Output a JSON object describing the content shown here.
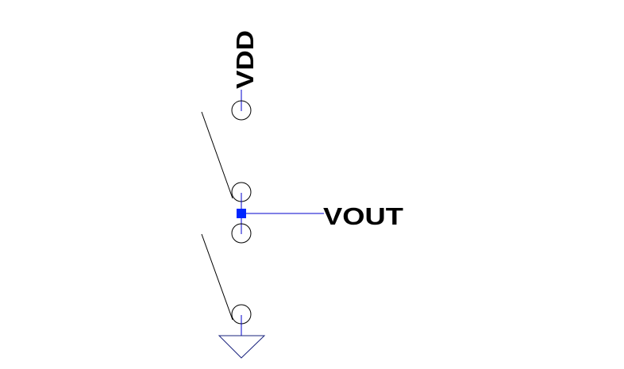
{
  "schematic": {
    "labels": {
      "vdd": "VDD",
      "vout": "VOUT"
    },
    "colors": {
      "wire": "#0000cc",
      "junction": "#0026ff",
      "component": "#000000",
      "background": "#ffffff"
    },
    "components": [
      {
        "type": "power-flag",
        "net": "VDD"
      },
      {
        "type": "switch",
        "name": "upper-switch"
      },
      {
        "type": "junction",
        "net": "VOUT"
      },
      {
        "type": "switch",
        "name": "lower-switch"
      },
      {
        "type": "ground-symbol"
      }
    ]
  }
}
